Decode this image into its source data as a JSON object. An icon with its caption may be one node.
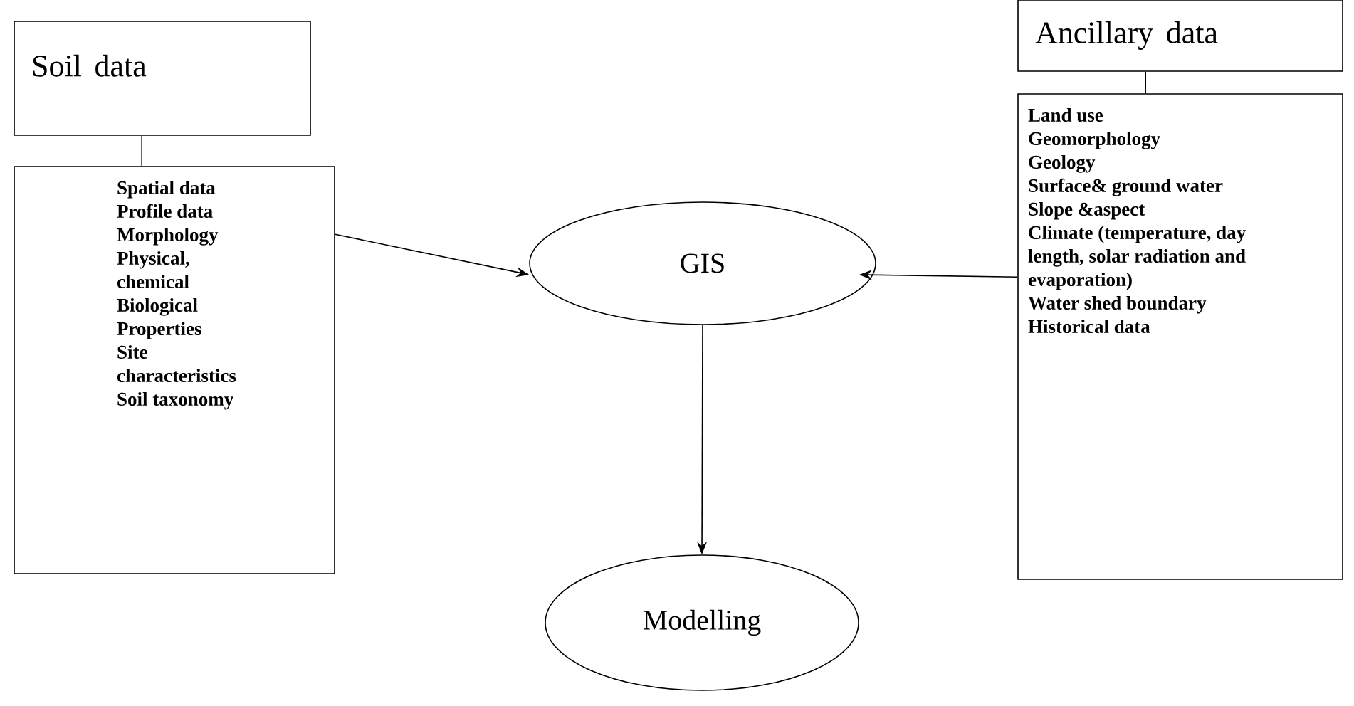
{
  "diagram": {
    "nodes": [
      {
        "text": [
          "Soil data"
        ]
      },
      {
        "text": [
          "Spatial data",
          "Profile data",
          "Morphology",
          "Physical, chemical",
          "Biological Properties",
          "Site characteristics",
          "Soil taxonomy"
        ]
      },
      {
        "text": [
          "Ancillary data"
        ]
      },
      {
        "text": [
          "Land use",
          "Geomorphology",
          "Geology",
          "Surface& ground water",
          "Slope &aspect",
          "Climate (temperature, day length, solar radiation and evaporation)",
          "Water shed boundary",
          "Historical data"
        ]
      },
      {
        "text": [
          "GIS"
        ]
      },
      {
        "text": [
          "Modelling"
        ]
      }
    ],
    "edges": [
      {
        "from": 0,
        "to": 1,
        "arrow": "none"
      },
      {
        "from": 2,
        "to": 3,
        "arrow": "none"
      },
      {
        "from": 1,
        "to": 4,
        "arrow": "to"
      },
      {
        "from": 3,
        "to": 4,
        "arrow": "to"
      },
      {
        "from": 4,
        "to": 5,
        "arrow": "to"
      }
    ]
  }
}
